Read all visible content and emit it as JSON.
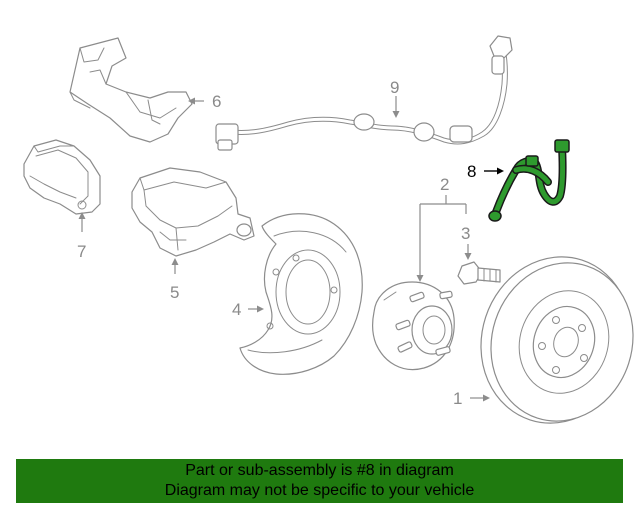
{
  "callouts": {
    "c1": "1",
    "c2": "2",
    "c3": "3",
    "c4": "4",
    "c5": "5",
    "c6": "6",
    "c7": "7",
    "c8": "8",
    "c9": "9"
  },
  "banner": {
    "line1": "Part or sub-assembly is #8 in diagram",
    "line2": "Diagram may not be specific to your vehicle"
  },
  "colors": {
    "banner_bg": "#1f7a0f",
    "highlight": "#2e9a2e",
    "line_art": "#8c8c8c"
  }
}
